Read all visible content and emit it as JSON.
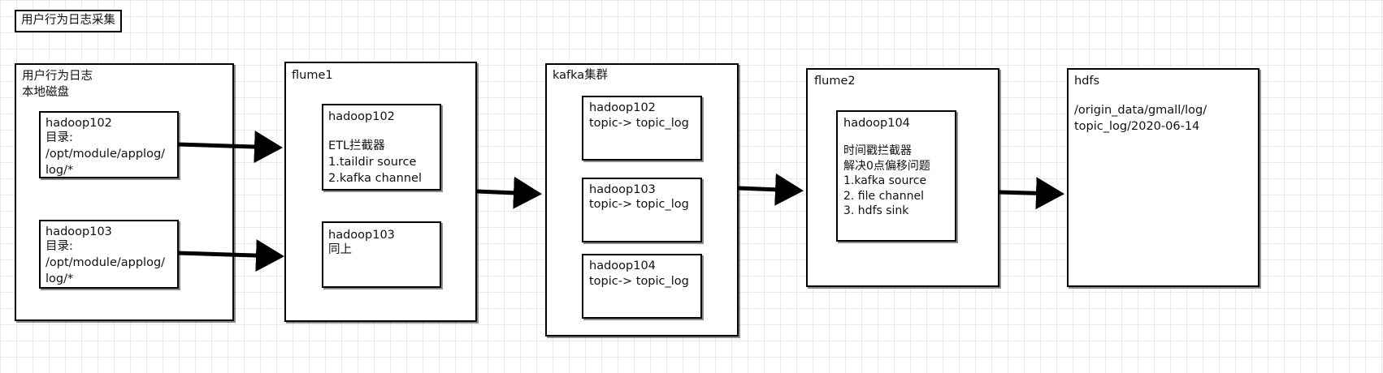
{
  "title": "用户行为日志采集",
  "source": {
    "label": "用户行为日志\n本地磁盘",
    "hosts": [
      {
        "name": "hadoop102",
        "body": "目录:\n/opt/module/applog/\nlog/*"
      },
      {
        "name": "hadoop103",
        "body": "目录:\n/opt/module/applog/\nlog/*"
      }
    ]
  },
  "flume1": {
    "label": "flume1",
    "hosts": [
      {
        "name": "hadoop102",
        "body": "ETL拦截器\n1.taildir source\n2.kafka channel"
      },
      {
        "name": "hadoop103",
        "body": "同上"
      }
    ]
  },
  "kafka": {
    "label": "kafka集群",
    "hosts": [
      {
        "name": "hadoop102",
        "body": "topic-> topic_log"
      },
      {
        "name": "hadoop103",
        "body": "topic-> topic_log"
      },
      {
        "name": "hadoop104",
        "body": "topic-> topic_log"
      }
    ]
  },
  "flume2": {
    "label": "flume2",
    "hosts": [
      {
        "name": "hadoop104",
        "body": "时间戳拦截器\n解决0点偏移问题\n1.kafka source\n2. file channel\n3. hdfs sink"
      }
    ]
  },
  "hdfs": {
    "label": "hdfs",
    "path": "/origin_data/gmall/log/\ntopic_log/2020-06-14"
  }
}
